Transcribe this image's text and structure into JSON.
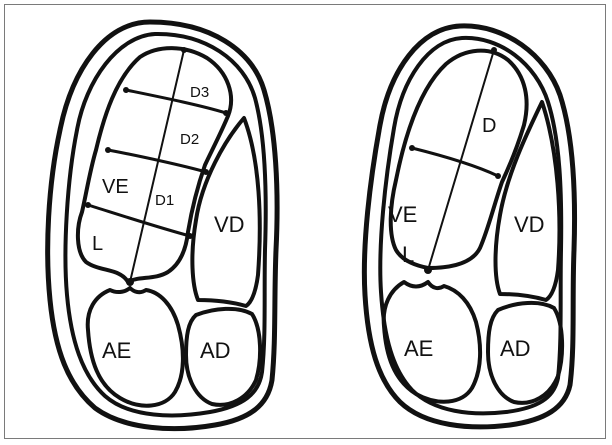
{
  "left_diagram": {
    "labels": {
      "d3": "D3",
      "d2": "D2",
      "d1": "D1",
      "ve": "VE",
      "l": "L",
      "vd": "VD",
      "ae": "AE",
      "ad": "AD"
    }
  },
  "right_diagram": {
    "labels": {
      "d": "D",
      "ve": "VE",
      "l": "L",
      "vd": "VD",
      "ae": "AE",
      "ad": "AD"
    }
  },
  "colors": {
    "ink": "#111111",
    "background": "#ffffff",
    "frame": "#7a7a7a"
  }
}
